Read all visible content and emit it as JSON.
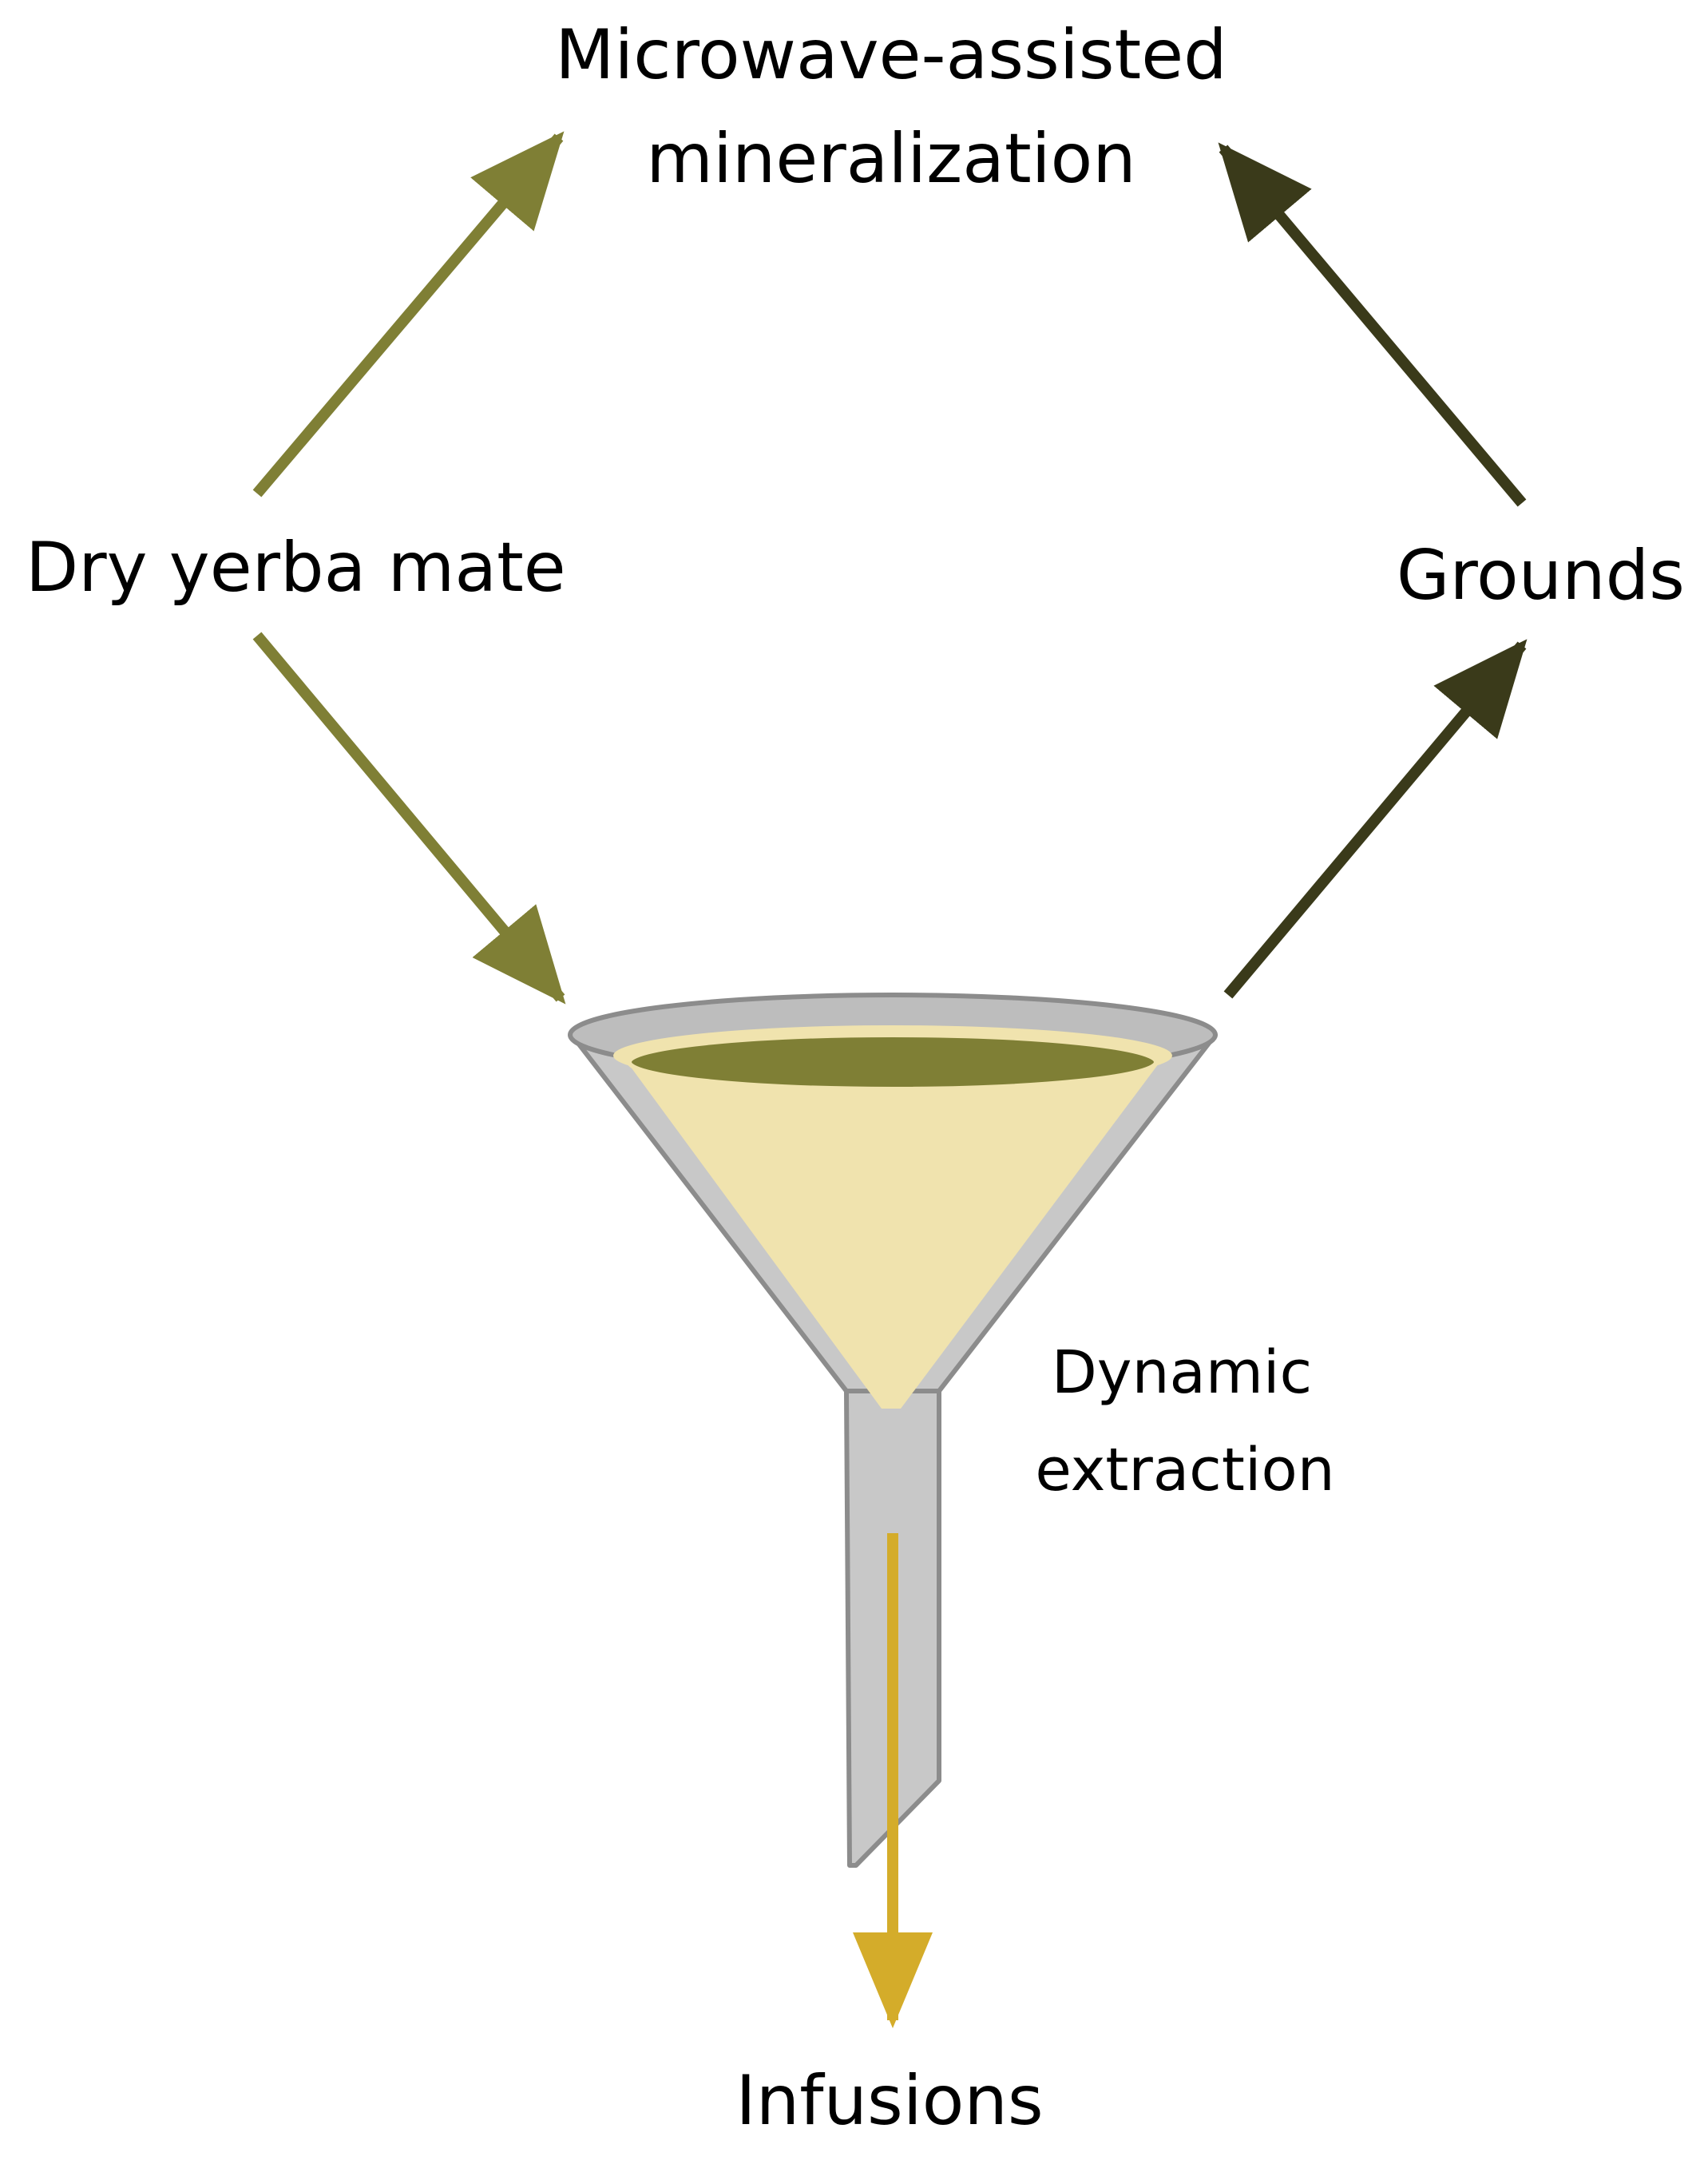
{
  "nodes": {
    "mineralization": {
      "line1": "Microwave-assisted",
      "line2": "mineralization"
    },
    "dry_yerba_mate": "Dry yerba mate",
    "grounds": "Grounds",
    "dynamic_extraction": {
      "line1": "Dynamic",
      "line2": "extraction"
    },
    "infusions": "Infusions"
  },
  "colors": {
    "olive_arrow": "#7f7f35",
    "dark_arrow": "#3a3a1a",
    "funnel_gray": "#c8c8c8",
    "funnel_stroke": "#8c8c8c",
    "liquid_fill": "#f0e3ae",
    "liquid_surface": "#7f7f35",
    "infusion_arrow": "#d4ac2a"
  }
}
